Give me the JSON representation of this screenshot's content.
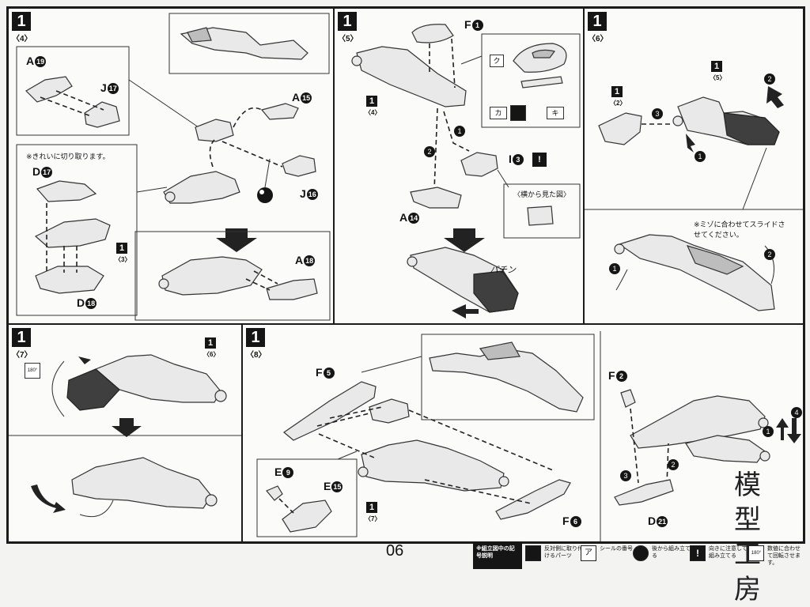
{
  "page_number": "06",
  "steps": [
    {
      "id": "step-4",
      "num": "1",
      "sub": "〈4〉"
    },
    {
      "id": "step-5",
      "num": "1",
      "sub": "〈5〉"
    },
    {
      "id": "step-6",
      "num": "1",
      "sub": "〈6〉"
    },
    {
      "id": "step-7",
      "num": "1",
      "sub": "〈7〉"
    },
    {
      "id": "step-8",
      "num": "1",
      "sub": "〈8〉"
    }
  ],
  "step4": {
    "callouts": {
      "a19": {
        "letter": "A",
        "n": "19"
      },
      "j17": {
        "letter": "J",
        "n": "17"
      },
      "a15": {
        "letter": "A",
        "n": "15"
      },
      "j16": {
        "letter": "J",
        "n": "16"
      },
      "d17": {
        "letter": "D",
        "n": "17"
      },
      "d18": {
        "letter": "D",
        "n": "18"
      },
      "a18": {
        "letter": "A",
        "n": "18"
      }
    },
    "note": "※きれいに切り取ります。",
    "ref": {
      "num": "1",
      "sub": "〈3〉"
    }
  },
  "step5": {
    "callouts": {
      "f1": {
        "letter": "F",
        "n": "1"
      },
      "i3": {
        "letter": "I",
        "n": "3"
      },
      "a14": {
        "letter": "A",
        "n": "14"
      }
    },
    "ref": {
      "num": "1",
      "sub": "〈4〉"
    },
    "seal_ku": "ク",
    "seal_ka": "カ",
    "seal_ki": "キ",
    "side_view_label": "〈横から見た図〉",
    "snap_sound": "パチン",
    "arrow_nums": [
      "1",
      "2"
    ]
  },
  "step6": {
    "ref_a": {
      "num": "1",
      "sub": "〈2〉"
    },
    "ref_b": {
      "num": "1",
      "sub": "〈5〉"
    },
    "note": "※ミゾに合わせてスライドさせてください。",
    "arrow_nums": [
      "1",
      "2",
      "3"
    ]
  },
  "step7": {
    "ref": {
      "num": "1",
      "sub": "〈6〉"
    },
    "rotate_label": "180°"
  },
  "step8": {
    "callouts": {
      "f5": {
        "letter": "F",
        "n": "5"
      },
      "e9": {
        "letter": "E",
        "n": "9"
      },
      "e15": {
        "letter": "E",
        "n": "15"
      },
      "f6": {
        "letter": "F",
        "n": "6"
      },
      "f2": {
        "letter": "F",
        "n": "2"
      },
      "d21": {
        "letter": "D",
        "n": "21"
      }
    },
    "ref": {
      "num": "1",
      "sub": "〈7〉"
    },
    "arrow_nums": [
      "1",
      "2",
      "3",
      "4"
    ]
  },
  "legend": {
    "title": "※組立図中の記号説明",
    "items": [
      {
        "icon": "reverse-part-icon",
        "text": "反対側に取り付けるパーツ"
      },
      {
        "icon": "seal-number-icon",
        "text": "シールの番号"
      },
      {
        "icon": "assemble-later-icon",
        "text": "後から組み立てる"
      },
      {
        "icon": "direction-caution-icon",
        "text": "向きに注意して組み立てる"
      },
      {
        "icon": "rotate-180-icon",
        "text": "数値に合わせて回転させます。"
      }
    ],
    "seal_glyph": "ア",
    "rotate_glyph": "180°"
  },
  "watermark": {
    "line1": "模 型",
    "line2": "工 房"
  }
}
